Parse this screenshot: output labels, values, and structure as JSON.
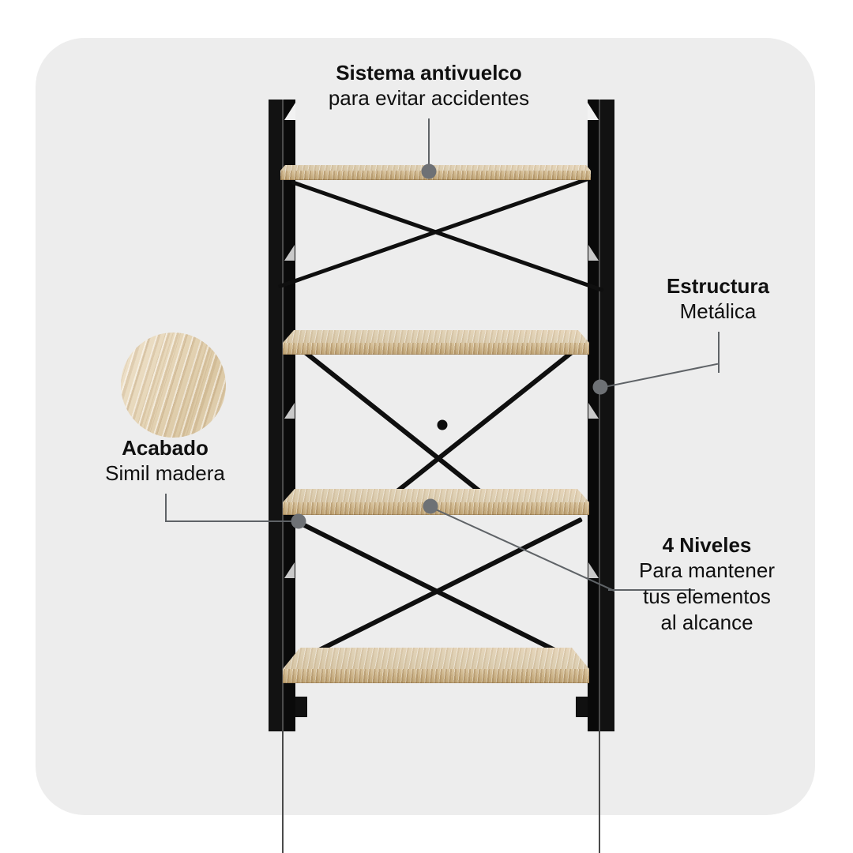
{
  "card": {
    "background": "#ededed",
    "page_background": "#ffffff"
  },
  "product": {
    "name": "estanteria-4-niveles",
    "frame_color": "#121212",
    "shelf_color": "#ded0b4",
    "shelf_count": 4,
    "post_count": 2,
    "x_brace_count": 3
  },
  "callouts": [
    {
      "id": "sistema-antivuelco",
      "title": "Sistema antivuelco",
      "subtitle": "para evitar accidentes",
      "align": "center",
      "dot_color": "#6e7175"
    },
    {
      "id": "estructura-metalica",
      "title": "Estructura",
      "subtitle": "Metálica",
      "align": "center",
      "dot_color": "#6e7175"
    },
    {
      "id": "acabado-simil-madera",
      "title": "Acabado",
      "subtitle": "Simil madera",
      "align": "center",
      "dot_color": "#6e7175"
    },
    {
      "id": "cuatro-niveles",
      "title": "4 Niveles",
      "subtitle_line1": "Para mantener",
      "subtitle_line2": "tus elementos",
      "subtitle_line3": "al alcance",
      "align": "center",
      "dot_color": "#6e7175"
    }
  ],
  "swatch": {
    "name": "wood-finish-swatch",
    "color": "#e6d6b8"
  }
}
